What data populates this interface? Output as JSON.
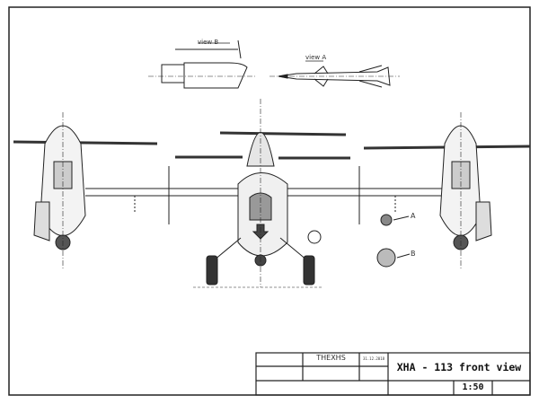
{
  "drawing": {
    "view_b_label": "view B",
    "view_a_label": "view A",
    "callout_a": "A",
    "callout_b": "B"
  },
  "title_block": {
    "author": "THEXHS",
    "date": "31.12.2018",
    "title": "XHA - 113 front view",
    "scale": "1:50"
  }
}
